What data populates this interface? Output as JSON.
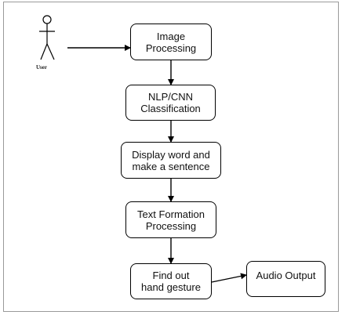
{
  "actor": {
    "label": "User",
    "icon": "stick-figure-user-icon"
  },
  "nodes": [
    {
      "id": "image-processing",
      "lines": [
        "Image",
        "Processing"
      ]
    },
    {
      "id": "nlp-cnn",
      "lines": [
        "NLP/CNN",
        "Classification"
      ]
    },
    {
      "id": "display-word",
      "lines": [
        "Display word and",
        "make a sentence"
      ]
    },
    {
      "id": "text-formation",
      "lines": [
        "Text Formation",
        "Processing"
      ]
    },
    {
      "id": "find-gesture",
      "lines": [
        "Find out",
        "hand gesture"
      ]
    },
    {
      "id": "audio-output",
      "lines": [
        "Audio Output"
      ]
    }
  ],
  "edges": [
    {
      "from": "user",
      "to": "image-processing"
    },
    {
      "from": "image-processing",
      "to": "nlp-cnn"
    },
    {
      "from": "nlp-cnn",
      "to": "display-word"
    },
    {
      "from": "display-word",
      "to": "text-formation"
    },
    {
      "from": "text-formation",
      "to": "find-gesture"
    },
    {
      "from": "find-gesture",
      "to": "audio-output"
    }
  ]
}
